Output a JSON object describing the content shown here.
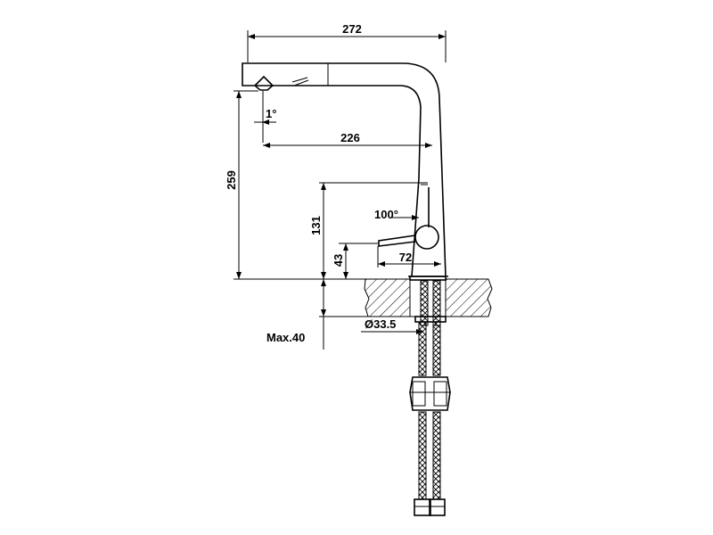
{
  "drawing": {
    "dimensions": {
      "overall_width": "272",
      "spout_reach": "226",
      "spout_angle": "1°",
      "total_height": "259",
      "lever_height": "131",
      "lever_rotation": "100°",
      "lever_base_height": "43",
      "lever_length": "72",
      "hole_diameter": "Ø33.5",
      "max_thickness": "Max.40"
    }
  }
}
